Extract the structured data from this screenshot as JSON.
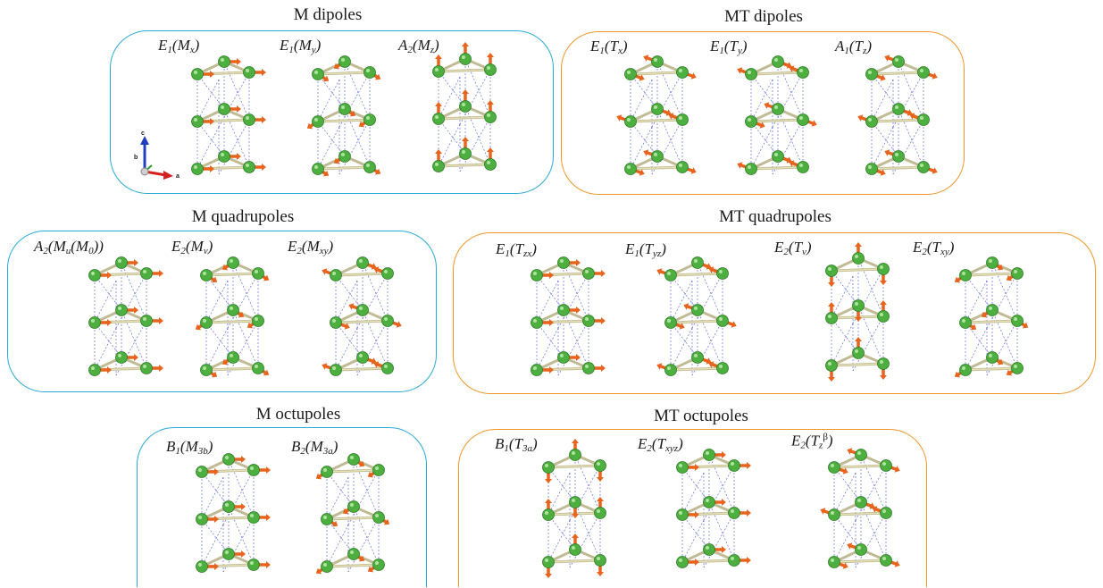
{
  "colors": {
    "m_box": "#2aaad8",
    "mt_box": "#f0952a",
    "atom": "#4caf3f",
    "arrow": "#e8641e",
    "bond": "#b9b48a",
    "dash": "#3b4ad0"
  },
  "axes": {
    "c": "c",
    "b": "b",
    "a": "a"
  },
  "groups": [
    {
      "title": "M dipoles",
      "items": [
        {
          "m": "E",
          "s": "1",
          "f": "M",
          "sub": "x"
        },
        {
          "m": "E",
          "s": "1",
          "f": "M",
          "sub": "y"
        },
        {
          "m": "A",
          "s": "2",
          "f": "M",
          "sub": "z"
        }
      ]
    },
    {
      "title": "MT dipoles",
      "items": [
        {
          "m": "E",
          "s": "1",
          "f": "T",
          "sub": "x"
        },
        {
          "m": "E",
          "s": "1",
          "f": "T",
          "sub": "y"
        },
        {
          "m": "A",
          "s": "1",
          "f": "T",
          "sub": "z"
        }
      ]
    },
    {
      "title": "M quadrupoles",
      "items": [
        {
          "m": "A",
          "s": "2",
          "f": "M",
          "sub": "u",
          "extra": "(M",
          "extra_sub": "0",
          "close": "))"
        },
        {
          "m": "E",
          "s": "2",
          "f": "M",
          "sub": "v"
        },
        {
          "m": "E",
          "s": "2",
          "f": "M",
          "sub": "xy"
        }
      ]
    },
    {
      "title": "MT quadrupoles",
      "items": [
        {
          "m": "E",
          "s": "1",
          "f": "T",
          "sub": "zx"
        },
        {
          "m": "E",
          "s": "1",
          "f": "T",
          "sub": "yz"
        },
        {
          "m": "E",
          "s": "2",
          "f": "T",
          "sub": "v"
        },
        {
          "m": "E",
          "s": "2",
          "f": "T",
          "sub": "xy"
        }
      ]
    },
    {
      "title": "M octupoles",
      "items": [
        {
          "m": "B",
          "s": "1",
          "f": "M",
          "sub": "3b"
        },
        {
          "m": "B",
          "s": "2",
          "f": "M",
          "sub": "3a"
        }
      ]
    },
    {
      "title": "MT octupoles",
      "items": [
        {
          "m": "B",
          "s": "1",
          "f": "T",
          "sub": "3a"
        },
        {
          "m": "E",
          "s": "2",
          "f": "T",
          "sub": "xyz"
        },
        {
          "m": "E",
          "s": "2",
          "f": "T",
          "sub": "z",
          "sup": "β"
        }
      ]
    }
  ]
}
